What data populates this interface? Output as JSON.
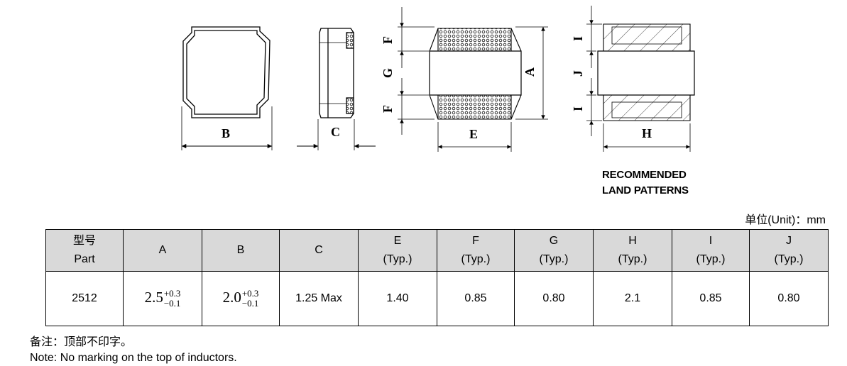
{
  "drawing": {
    "labels": {
      "B": "B",
      "C": "C",
      "E": "E",
      "H": "H",
      "F_top": "F",
      "G": "G",
      "F_bottom": "F",
      "A": "A",
      "I_top": "I",
      "J": "J",
      "I_bottom": "I"
    },
    "land_patterns": [
      "RECOMMENDED",
      "LAND PATTERNS"
    ]
  },
  "unit_note": "单位(Unit)：mm",
  "table": {
    "headers": [
      {
        "line1": "型号",
        "line2": "Part"
      },
      {
        "line1": "A",
        "line2": ""
      },
      {
        "line1": "B",
        "line2": ""
      },
      {
        "line1": "C",
        "line2": ""
      },
      {
        "line1": "E",
        "line2": "(Typ.)"
      },
      {
        "line1": "F",
        "line2": "(Typ.)"
      },
      {
        "line1": "G",
        "line2": "(Typ.)"
      },
      {
        "line1": "H",
        "line2": "(Typ.)"
      },
      {
        "line1": "I",
        "line2": "(Typ.)"
      },
      {
        "line1": "J",
        "line2": "(Typ.)"
      }
    ],
    "row": {
      "part": "2512",
      "A": {
        "value": "2.5",
        "plus": "+0.3",
        "minus": "−0.1"
      },
      "B": {
        "value": "2.0",
        "plus": "+0.3",
        "minus": "−0.1"
      },
      "C": "1.25 Max",
      "E": "1.40",
      "F": "0.85",
      "G": "0.80",
      "H": "2.1",
      "I": "0.85",
      "J": "0.80"
    }
  },
  "notes": {
    "cn": "备注：顶部不印字。",
    "en": "Note: No marking on the top of inductors."
  }
}
